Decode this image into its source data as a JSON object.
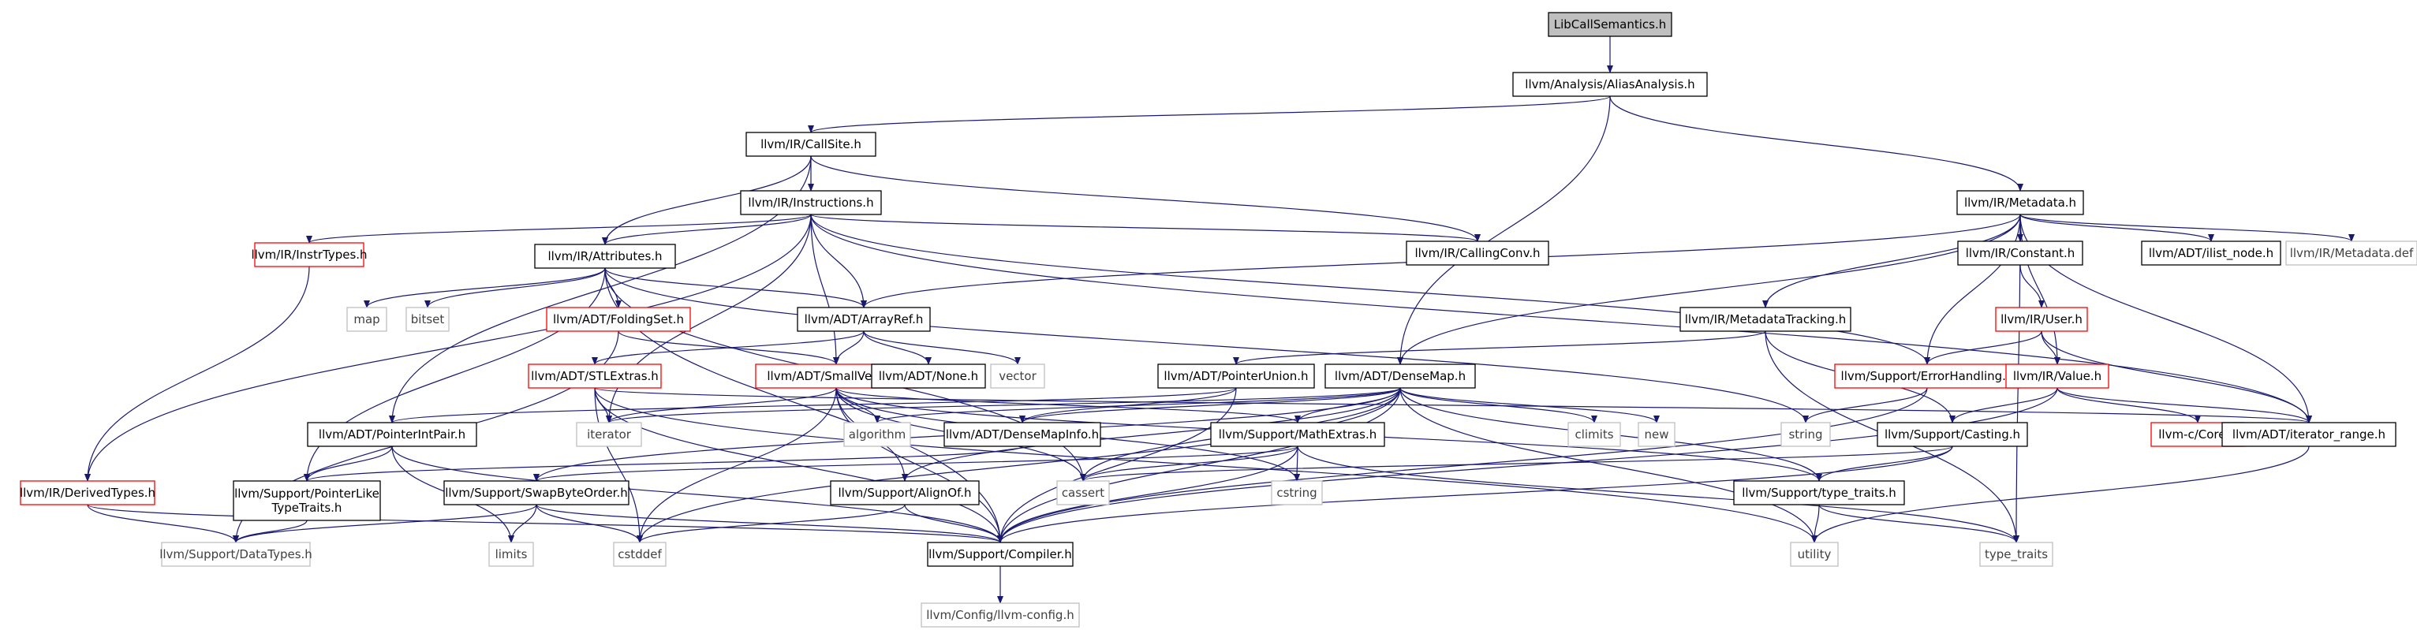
{
  "nodes": [
    {
      "id": "root",
      "label": "LibCallSemantics.h",
      "kind": "root"
    },
    {
      "id": "aa",
      "label": "llvm/Analysis/AliasAnalysis.h",
      "kind": "normal"
    },
    {
      "id": "callsite",
      "label": "llvm/IR/CallSite.h",
      "kind": "normal"
    },
    {
      "id": "metadata",
      "label": "llvm/IR/Metadata.h",
      "kind": "normal"
    },
    {
      "id": "instructions",
      "label": "llvm/IR/Instructions.h",
      "kind": "normal"
    },
    {
      "id": "instrtypes",
      "label": "llvm/IR/InstrTypes.h",
      "kind": "incomplete"
    },
    {
      "id": "attributes",
      "label": "llvm/IR/Attributes.h",
      "kind": "normal"
    },
    {
      "id": "callingconv",
      "label": "llvm/IR/CallingConv.h",
      "kind": "normal"
    },
    {
      "id": "constant",
      "label": "llvm/IR/Constant.h",
      "kind": "normal"
    },
    {
      "id": "ilistnode",
      "label": "llvm/ADT/ilist_node.h",
      "kind": "normal"
    },
    {
      "id": "metadatadef",
      "label": "llvm/IR/Metadata.def",
      "kind": "external"
    },
    {
      "id": "map",
      "label": "map",
      "kind": "external"
    },
    {
      "id": "bitset",
      "label": "bitset",
      "kind": "external"
    },
    {
      "id": "foldingset",
      "label": "llvm/ADT/FoldingSet.h",
      "kind": "incomplete"
    },
    {
      "id": "arrayref",
      "label": "llvm/ADT/ArrayRef.h",
      "kind": "normal"
    },
    {
      "id": "metadatatracking",
      "label": "llvm/IR/MetadataTracking.h",
      "kind": "normal"
    },
    {
      "id": "user",
      "label": "llvm/IR/User.h",
      "kind": "incomplete"
    },
    {
      "id": "stlextras",
      "label": "llvm/ADT/STLExtras.h",
      "kind": "incomplete"
    },
    {
      "id": "smallvector",
      "label": "llvm/ADT/SmallVector.h",
      "kind": "incomplete"
    },
    {
      "id": "none",
      "label": "llvm/ADT/None.h",
      "kind": "normal"
    },
    {
      "id": "vector",
      "label": "vector",
      "kind": "external"
    },
    {
      "id": "pointerunion",
      "label": "llvm/ADT/PointerUnion.h",
      "kind": "normal"
    },
    {
      "id": "densemap",
      "label": "llvm/ADT/DenseMap.h",
      "kind": "normal"
    },
    {
      "id": "errorhandling",
      "label": "llvm/Support/ErrorHandling.h",
      "kind": "incomplete"
    },
    {
      "id": "value",
      "label": "llvm/IR/Value.h",
      "kind": "incomplete"
    },
    {
      "id": "pointerintpair",
      "label": "llvm/ADT/PointerIntPair.h",
      "kind": "normal"
    },
    {
      "id": "iterator",
      "label": "iterator",
      "kind": "external"
    },
    {
      "id": "algorithm",
      "label": "algorithm",
      "kind": "external"
    },
    {
      "id": "densemapinfo",
      "label": "llvm/ADT/DenseMapInfo.h",
      "kind": "normal"
    },
    {
      "id": "mathextras",
      "label": "llvm/Support/MathExtras.h",
      "kind": "normal"
    },
    {
      "id": "climits",
      "label": "climits",
      "kind": "external"
    },
    {
      "id": "new",
      "label": "new",
      "kind": "external"
    },
    {
      "id": "string",
      "label": "string",
      "kind": "external"
    },
    {
      "id": "casting",
      "label": "llvm/Support/Casting.h",
      "kind": "normal"
    },
    {
      "id": "core",
      "label": "llvm-c/Core.h",
      "kind": "incomplete"
    },
    {
      "id": "iteratorrange",
      "label": "llvm/ADT/iterator_range.h",
      "kind": "normal"
    },
    {
      "id": "deriveddtypes",
      "label": "llvm/IR/DerivedTypes.h",
      "kind": "incomplete"
    },
    {
      "id": "pointerliketypetraits",
      "label": "llvm/Support/PointerLike\nTypeTraits.h",
      "kind": "normal"
    },
    {
      "id": "swapbyteorder",
      "label": "llvm/Support/SwapByteOrder.h",
      "kind": "normal"
    },
    {
      "id": "alignof",
      "label": "llvm/Support/AlignOf.h",
      "kind": "normal"
    },
    {
      "id": "cassert",
      "label": "cassert",
      "kind": "external"
    },
    {
      "id": "cstring",
      "label": "cstring",
      "kind": "external"
    },
    {
      "id": "typetraits_h",
      "label": "llvm/Support/type_traits.h",
      "kind": "normal"
    },
    {
      "id": "datatypes",
      "label": "llvm/Support/DataTypes.h",
      "kind": "external"
    },
    {
      "id": "limits",
      "label": "limits",
      "kind": "external"
    },
    {
      "id": "cstddef",
      "label": "cstddef",
      "kind": "external"
    },
    {
      "id": "compiler",
      "label": "llvm/Support/Compiler.h",
      "kind": "normal"
    },
    {
      "id": "utility",
      "label": "utility",
      "kind": "external"
    },
    {
      "id": "type_traits",
      "label": "type_traits",
      "kind": "external"
    },
    {
      "id": "llvmconfig",
      "label": "llvm/Config/llvm-config.h",
      "kind": "external"
    }
  ],
  "edges": [
    [
      "root",
      "aa"
    ],
    [
      "aa",
      "callsite"
    ],
    [
      "aa",
      "metadata"
    ],
    [
      "aa",
      "densemap"
    ],
    [
      "callsite",
      "instructions"
    ],
    [
      "callsite",
      "attributes"
    ],
    [
      "callsite",
      "callingconv"
    ],
    [
      "callsite",
      "pointerintpair"
    ],
    [
      "instructions",
      "instrtypes"
    ],
    [
      "instructions",
      "attributes"
    ],
    [
      "instructions",
      "callingconv"
    ],
    [
      "instructions",
      "arrayref"
    ],
    [
      "instructions",
      "smallvector"
    ],
    [
      "instructions",
      "deriveddtypes"
    ],
    [
      "instructions",
      "errorhandling"
    ],
    [
      "instructions",
      "iterator"
    ],
    [
      "instructions",
      "iteratorrange"
    ],
    [
      "instrtypes",
      "deriveddtypes"
    ],
    [
      "attributes",
      "map"
    ],
    [
      "attributes",
      "bitset"
    ],
    [
      "attributes",
      "foldingset"
    ],
    [
      "attributes",
      "arrayref"
    ],
    [
      "attributes",
      "pointerliketypetraits"
    ],
    [
      "attributes",
      "compiler"
    ],
    [
      "attributes",
      "string"
    ],
    [
      "attributes",
      "cassert"
    ],
    [
      "foldingset",
      "smallvector"
    ],
    [
      "foldingset",
      "datatypes"
    ],
    [
      "arrayref",
      "stlextras"
    ],
    [
      "arrayref",
      "smallvector"
    ],
    [
      "arrayref",
      "none"
    ],
    [
      "arrayref",
      "vector"
    ],
    [
      "stlextras",
      "iterator"
    ],
    [
      "stlextras",
      "compiler"
    ],
    [
      "stlextras",
      "cstddef"
    ],
    [
      "stlextras",
      "utility"
    ],
    [
      "stlextras",
      "iteratorrange"
    ],
    [
      "smallvector",
      "iterator"
    ],
    [
      "smallvector",
      "algorithm"
    ],
    [
      "smallvector",
      "alignof"
    ],
    [
      "smallvector",
      "mathextras"
    ],
    [
      "smallvector",
      "typetraits_h"
    ],
    [
      "smallvector",
      "cassert"
    ],
    [
      "smallvector",
      "cstddef"
    ],
    [
      "smallvector",
      "compiler"
    ],
    [
      "smallvector",
      "cstring"
    ],
    [
      "metadata",
      "constant"
    ],
    [
      "metadata",
      "ilistnode"
    ],
    [
      "metadata",
      "metadatadef"
    ],
    [
      "metadata",
      "metadatatracking"
    ],
    [
      "metadata",
      "arrayref"
    ],
    [
      "metadata",
      "densemap"
    ],
    [
      "metadata",
      "errorhandling"
    ],
    [
      "metadata",
      "value"
    ],
    [
      "metadata",
      "iteratorrange"
    ],
    [
      "metadata",
      "type_traits"
    ],
    [
      "constant",
      "user"
    ],
    [
      "user",
      "errorhandling"
    ],
    [
      "user",
      "value"
    ],
    [
      "user",
      "iteratorrange"
    ],
    [
      "metadatatracking",
      "pointerunion"
    ],
    [
      "metadatatracking",
      "casting"
    ],
    [
      "metadatatracking",
      "type_traits"
    ],
    [
      "pointerunion",
      "pointerintpair"
    ],
    [
      "pointerunion",
      "densemapinfo"
    ],
    [
      "pointerunion",
      "compiler"
    ],
    [
      "densemap",
      "iterator"
    ],
    [
      "densemap",
      "algorithm"
    ],
    [
      "densemap",
      "densemapinfo"
    ],
    [
      "densemap",
      "mathextras"
    ],
    [
      "densemap",
      "climits"
    ],
    [
      "densemap",
      "new"
    ],
    [
      "densemap",
      "utility"
    ],
    [
      "densemap",
      "cassert"
    ],
    [
      "densemap",
      "cstddef"
    ],
    [
      "densemap",
      "alignof"
    ],
    [
      "densemap",
      "swapbyteorder"
    ],
    [
      "densemap",
      "typetraits_h"
    ],
    [
      "densemap",
      "compiler"
    ],
    [
      "densemap",
      "epochtracker_none"
    ],
    [
      "errorhandling",
      "string"
    ],
    [
      "errorhandling",
      "compiler"
    ],
    [
      "value",
      "casting"
    ],
    [
      "value",
      "core"
    ],
    [
      "value",
      "iteratorrange"
    ],
    [
      "value",
      "compiler"
    ],
    [
      "pointerintpair",
      "pointerliketypetraits"
    ],
    [
      "pointerintpair",
      "limits"
    ],
    [
      "pointerintpair",
      "compiler"
    ],
    [
      "densemapinfo",
      "pointerliketypetraits"
    ],
    [
      "mathextras",
      "swapbyteorder"
    ],
    [
      "mathextras",
      "compiler"
    ],
    [
      "mathextras",
      "cassert"
    ],
    [
      "mathextras",
      "cstring"
    ],
    [
      "mathextras",
      "type_traits"
    ],
    [
      "casting",
      "typetraits_h"
    ],
    [
      "casting",
      "compiler"
    ],
    [
      "casting",
      "cassert"
    ],
    [
      "iteratorrange",
      "utility"
    ],
    [
      "deriveddtypes",
      "datatypes"
    ],
    [
      "deriveddtypes",
      "compiler"
    ],
    [
      "pointerliketypetraits",
      "datatypes"
    ],
    [
      "swapbyteorder",
      "datatypes"
    ],
    [
      "swapbyteorder",
      "limits"
    ],
    [
      "swapbyteorder",
      "cstddef"
    ],
    [
      "swapbyteorder",
      "compiler"
    ],
    [
      "alignof",
      "compiler"
    ],
    [
      "alignof",
      "cstddef"
    ],
    [
      "typetraits_h",
      "utility"
    ],
    [
      "typetraits_h",
      "type_traits"
    ],
    [
      "compiler",
      "llvmconfig"
    ]
  ],
  "colors": {
    "edge": "#191970",
    "root_fill": "#bfbfbf",
    "normal_border": "#000000",
    "incomplete_border": "#ff0000",
    "external_border": "#bfbfbf",
    "external_text": "#404040"
  }
}
